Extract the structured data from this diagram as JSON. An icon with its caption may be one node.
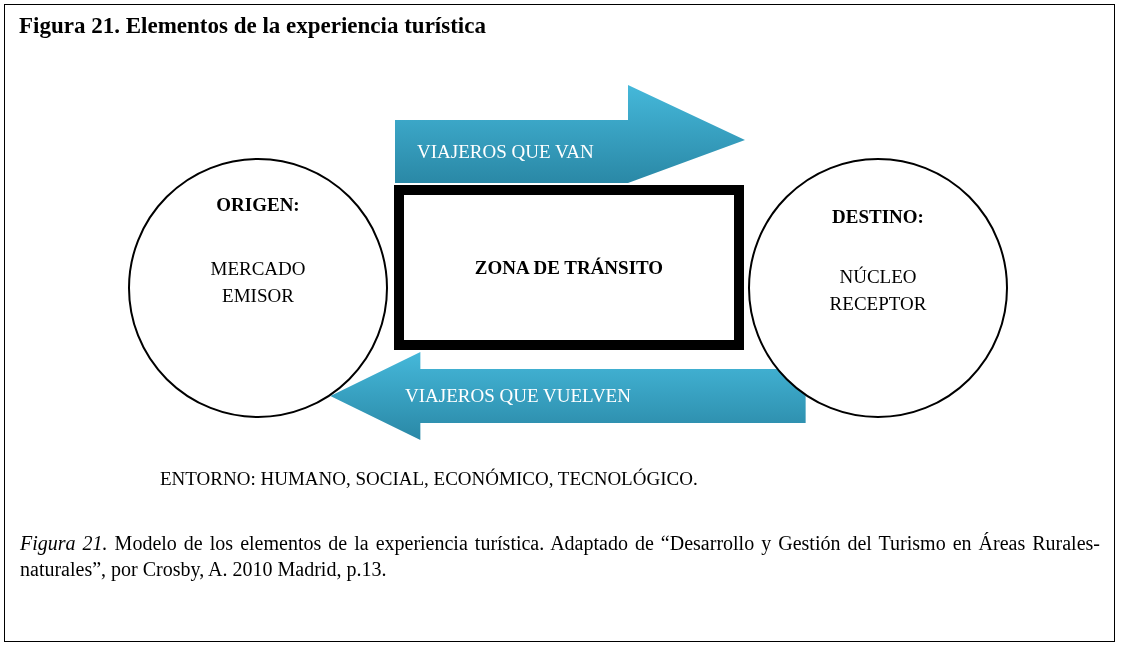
{
  "diagram": {
    "title": "Figura 21. Elementos de la experiencia turística",
    "nodes": [
      {
        "text": [
          "ORIGEN:",
          "MERCADO EMISOR"
        ]
      },
      {
        "text": [
          "VIAJEROS QUE VAN"
        ]
      },
      {
        "text": [
          "ZONA DE TRÁNSITO"
        ]
      },
      {
        "text": [
          "DESTINO:",
          "NÚCLEO RECEPTOR"
        ]
      }
    ],
    "edges": [
      {
        "from": 3,
        "to": 0,
        "arrow": "to",
        "label": "VIAJEROS QUE VUELVEN",
        "style": "thick"
      }
    ],
    "labels": [
      "ENTORNO: HUMANO, SOCIAL, ECONÓMICO, TECNOLÓGICO."
    ],
    "caption": "*Figura 21.* Modelo de los elementos de la experiencia turística. Adaptado de “Desarrollo y Gestión del Turismo en Áreas Rurales-naturales”, por  Crosby, A. 2010 Madrid, p.13."
  }
}
